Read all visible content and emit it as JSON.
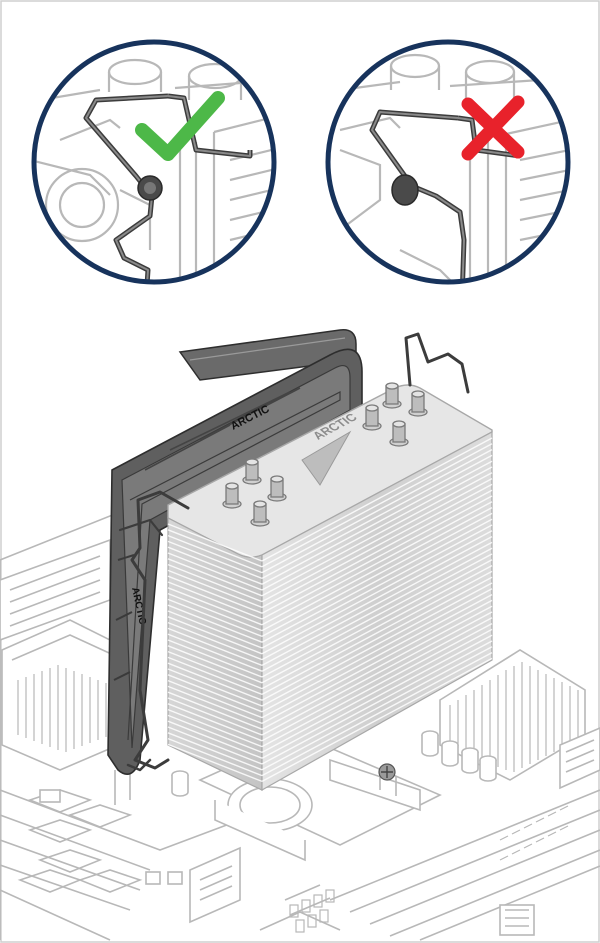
{
  "brand": {
    "fan_front": "ARCTIC",
    "fan_back": "ARCTIC",
    "fan_side": "ARCTIC",
    "heatsink_top": "ARCTIC"
  },
  "callouts": [
    {
      "status": "correct",
      "mark": "checkmark-icon",
      "mark_color": "#4db848"
    },
    {
      "status": "incorrect",
      "mark": "cross-icon",
      "mark_color": "#e8222b"
    }
  ],
  "colors": {
    "ring": "#17335c",
    "line_gray": "#b8b8b8",
    "clip": "#3c3c3c",
    "fan_frame": "#5f5f5f",
    "fin": "#d2d2d2"
  }
}
